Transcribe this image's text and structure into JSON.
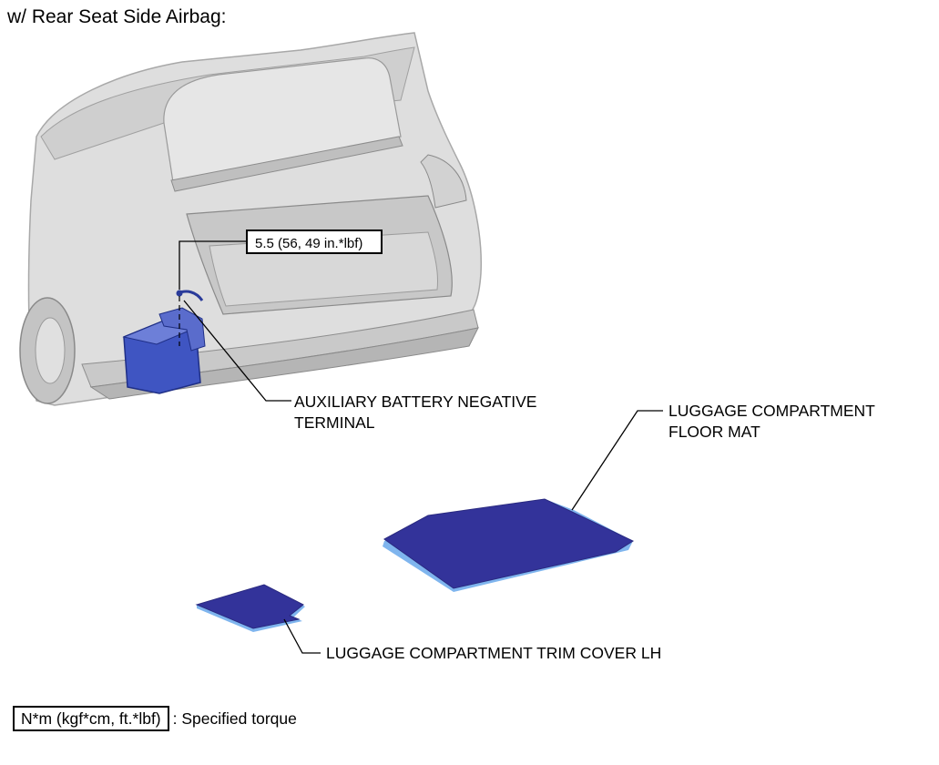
{
  "heading": "w/ Rear Seat Side Airbag:",
  "callouts": {
    "torque": "5.5 (56, 49 in.*lbf)",
    "battery_terminal_line1": "AUXILIARY BATTERY NEGATIVE",
    "battery_terminal_line2": "TERMINAL",
    "floor_mat_line1": "LUGGAGE COMPARTMENT",
    "floor_mat_line2": "FLOOR MAT",
    "trim_cover": "LUGGAGE COMPARTMENT TRIM COVER LH"
  },
  "legend": {
    "box": "N*m (kgf*cm, ft.*lbf)",
    "text": ": Specified torque"
  },
  "colors": {
    "part_fill": "#33339a",
    "part_edge": "#7fb5ee",
    "battery_fill": "#3f55c2",
    "car_body": "#dcdcdc",
    "car_shadow": "#bdbdbd",
    "leader_line": "#000000"
  }
}
